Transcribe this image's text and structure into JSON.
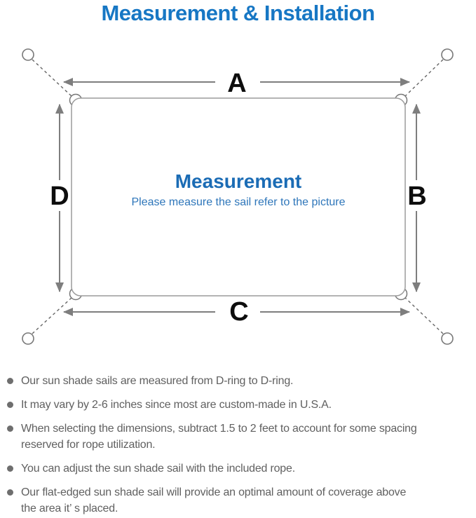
{
  "title": "Measurement & Installation",
  "diagram": {
    "labels": {
      "top": "A",
      "right": "B",
      "bottom": "C",
      "left": "D"
    },
    "center_heading": "Measurement",
    "center_subtitle": "Please measure the sail refer to the picture"
  },
  "colors": {
    "title_blue": "#1777c4",
    "heading_blue": "#1b6cb5",
    "subtitle_blue": "#2e76ba",
    "label_black": "#0d0d0d",
    "line_gray": "#7e7e7e",
    "outline_gray": "#9c9c9c",
    "text_gray": "#606060"
  },
  "bullets": [
    {
      "lines": [
        "Our sun shade sails are measured from D-ring to D-ring."
      ]
    },
    {
      "lines": [
        "It may vary by 2-6 inches since most are custom-made in U.S.A."
      ]
    },
    {
      "lines": [
        "When selecting the dimensions, subtract 1.5 to 2 feet to account for some spacing",
        "reserved for rope utilization."
      ]
    },
    {
      "lines": [
        "You can adjust the sun shade sail with the included rope."
      ]
    },
    {
      "lines": [
        "Our flat-edged sun shade sail will provide an optimal amount of coverage above",
        "the area it’ s placed."
      ]
    }
  ]
}
